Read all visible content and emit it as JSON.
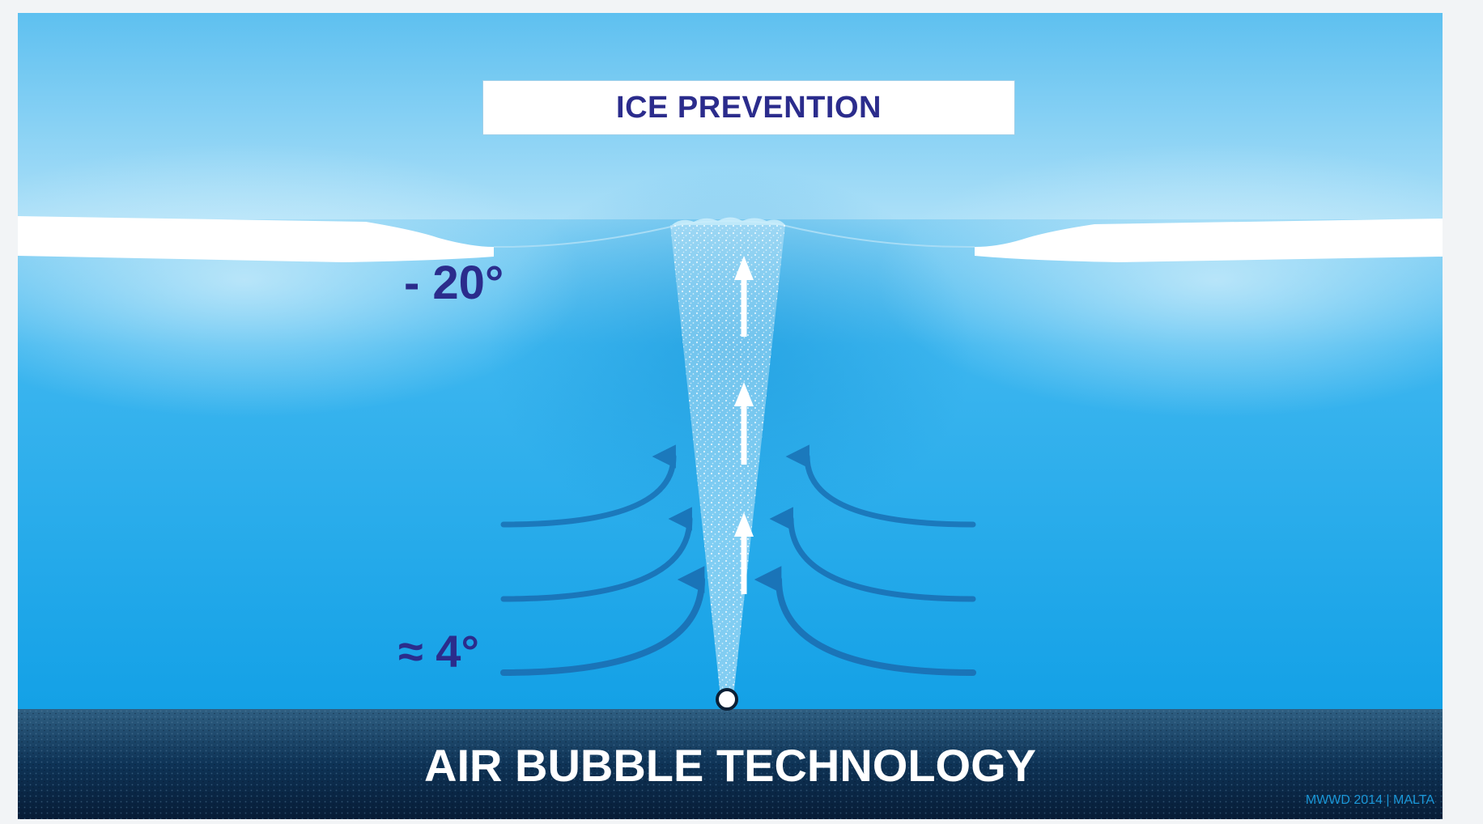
{
  "title": "ICE PREVENTION",
  "labels": {
    "surface_temperature": "- 20°",
    "bottom_temperature": "≈ 4°"
  },
  "footer": {
    "title": "AIR BUBBLE TECHNOLOGY",
    "credit": "MWWD 2014 | MALTA"
  },
  "colors": {
    "sky": "#5cc0f0",
    "water": "#1aa3e6",
    "ice": "#ffffff",
    "seabed": "#0a2a4a",
    "text": "#2b2c8c",
    "flow_arrow": "#1a74b8"
  },
  "icons": {
    "air_nozzle": "white-circle",
    "bubble_arrow": "up-arrow",
    "current_arrow": "curved-arrow"
  }
}
